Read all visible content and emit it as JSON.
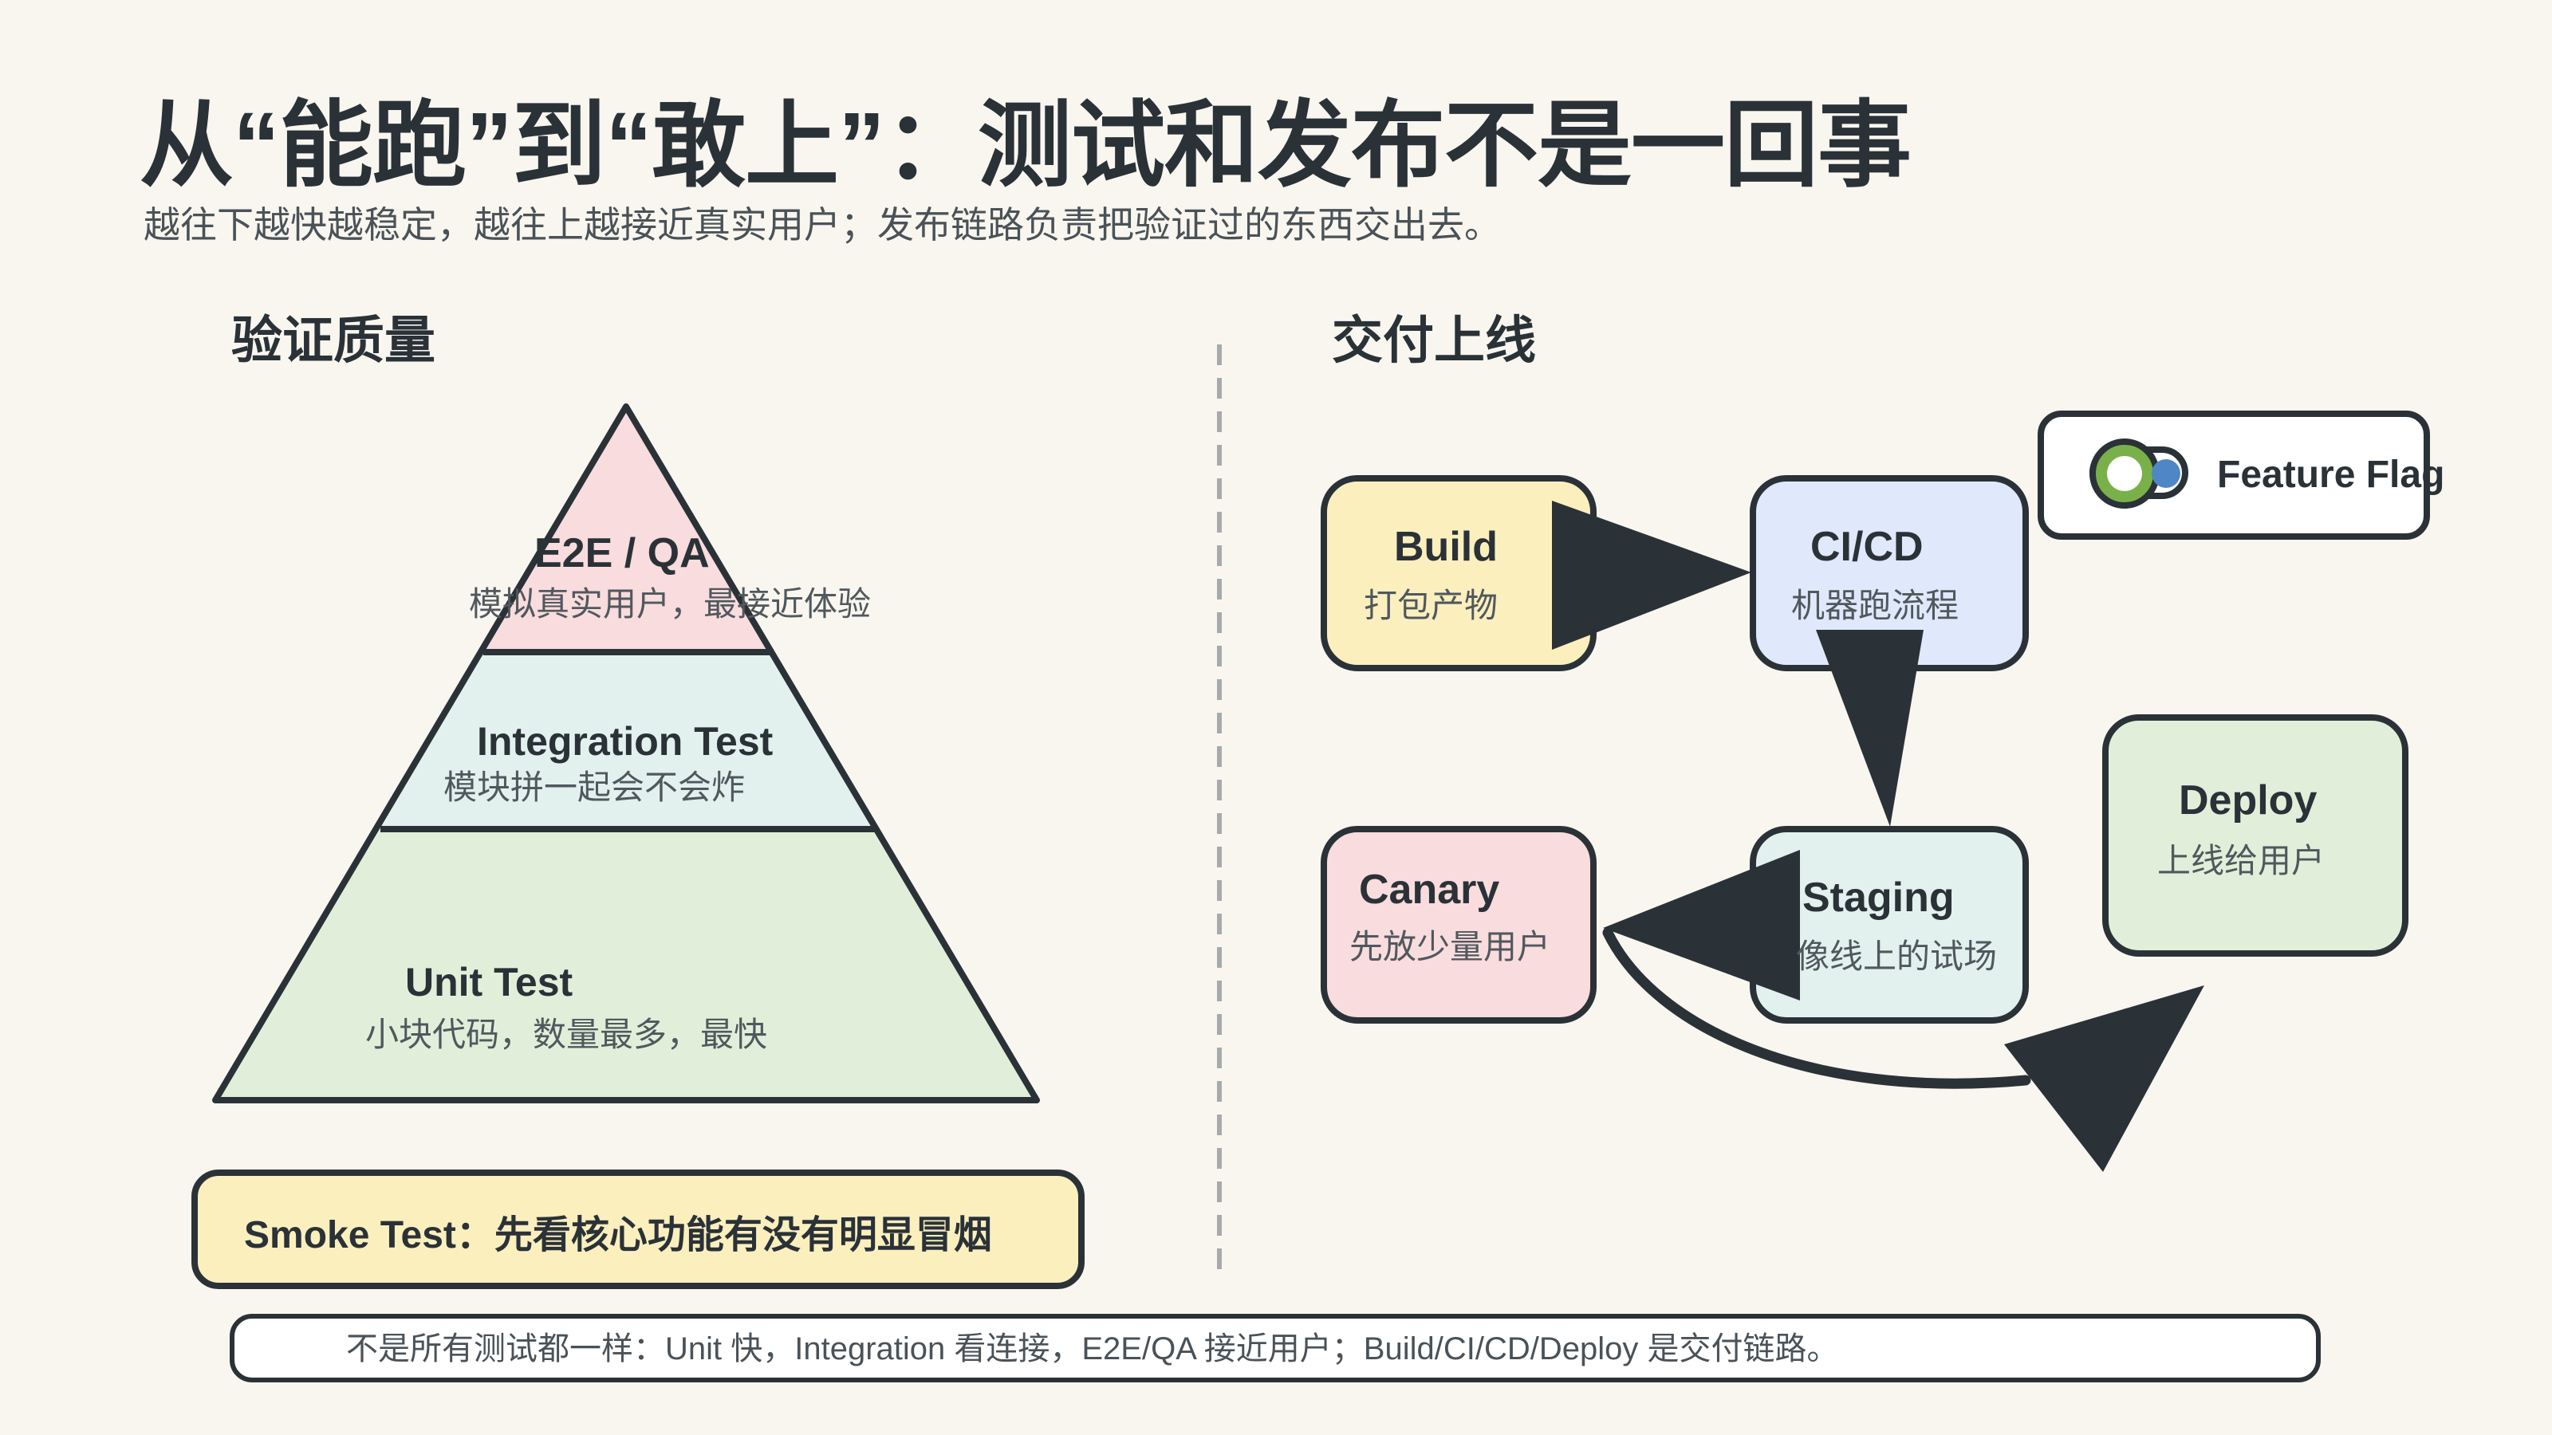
{
  "header": {
    "title": "从“能跑”到“敢上”：测试和发布不是一回事",
    "subtitle": "越往下越快越稳定，越往上越接近真实用户；发布链路负责把验证过的东西交出去。"
  },
  "left_section": {
    "title": "验证质量",
    "pyramid": [
      {
        "name": "E2E / QA",
        "desc": "模拟真实用户，最接近体验",
        "color": "#f9dcdd"
      },
      {
        "name": "Integration Test",
        "desc": "模块拼一起会不会炸",
        "color": "#e2f1ee"
      },
      {
        "name": "Unit Test",
        "desc": "小块代码，数量最多，最快",
        "color": "#e1efda"
      }
    ],
    "smoke": {
      "text": "Smoke Test：先看核心功能有没有明显冒烟",
      "color": "#fbefbe"
    }
  },
  "right_section": {
    "title": "交付上线",
    "nodes": {
      "build": {
        "name": "Build",
        "desc": "打包产物",
        "color": "#fbefbe"
      },
      "cicd": {
        "name": "CI/CD",
        "desc": "机器跑流程",
        "color": "#dfe9fb"
      },
      "staging": {
        "name": "Staging",
        "desc": "像线上的试场",
        "color": "#e2f1ee"
      },
      "canary": {
        "name": "Canary",
        "desc": "先放少量用户",
        "color": "#f9dcdd"
      },
      "deploy": {
        "name": "Deploy",
        "desc": "上线给用户",
        "color": "#e1efda"
      }
    },
    "feature_flag": {
      "label": "Feature Flag",
      "toggle_icon": "toggle-switch-icon",
      "toggle_colors": {
        "track": "#ffffff",
        "ring": "#7ab04a",
        "knob": "#4f86c6"
      }
    }
  },
  "footer": {
    "text": "不是所有测试都一样：Unit 快，Integration 看连接，E2E/QA 接近用户；Build/CI/CD/Deploy 是交付链路。"
  },
  "colors": {
    "background": "#f9f6ef",
    "ink": "#2a3238",
    "divider": "#a7aaad"
  }
}
